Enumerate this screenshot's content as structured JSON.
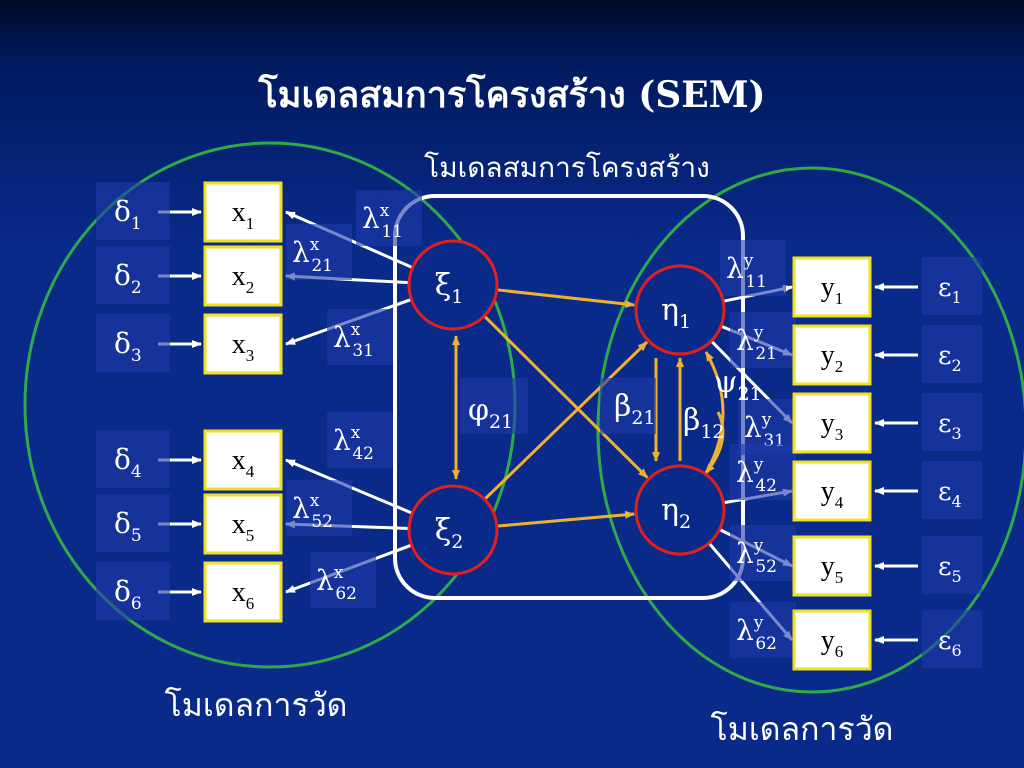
{
  "title": "โมเดลสมการโครงสร้าง (SEM)",
  "structural_label": "โมเดลสมการโครงสร้าง",
  "measurement_label_left": "โมเดลการวัด",
  "measurement_label_right": "โมเดลการวัด",
  "colors": {
    "background": "#0a2a8a",
    "measurement_ellipse": "#2eaa4a",
    "structural_frame": "#ffffff",
    "latent_circle": "#e02020",
    "indicator_border": "#f0e020",
    "structural_arrow": "#f0b030",
    "loading_arrow": "#ffffff"
  },
  "x_indicators": [
    {
      "base": "x",
      "sub": "1"
    },
    {
      "base": "x",
      "sub": "2"
    },
    {
      "base": "x",
      "sub": "3"
    },
    {
      "base": "x",
      "sub": "4"
    },
    {
      "base": "x",
      "sub": "5"
    },
    {
      "base": "x",
      "sub": "6"
    }
  ],
  "y_indicators": [
    {
      "base": "y",
      "sub": "1"
    },
    {
      "base": "y",
      "sub": "2"
    },
    {
      "base": "y",
      "sub": "3"
    },
    {
      "base": "y",
      "sub": "4"
    },
    {
      "base": "y",
      "sub": "5"
    },
    {
      "base": "y",
      "sub": "6"
    }
  ],
  "deltas": [
    {
      "base": "δ",
      "sub": "1"
    },
    {
      "base": "δ",
      "sub": "2"
    },
    {
      "base": "δ",
      "sub": "3"
    },
    {
      "base": "δ",
      "sub": "4"
    },
    {
      "base": "δ",
      "sub": "5"
    },
    {
      "base": "δ",
      "sub": "6"
    }
  ],
  "epsilons": [
    {
      "base": "ε",
      "sub": "1"
    },
    {
      "base": "ε",
      "sub": "2"
    },
    {
      "base": "ε",
      "sub": "3"
    },
    {
      "base": "ε",
      "sub": "4"
    },
    {
      "base": "ε",
      "sub": "5"
    },
    {
      "base": "ε",
      "sub": "6"
    }
  ],
  "latents": {
    "xi1": {
      "base": "ξ",
      "sub": "1"
    },
    "xi2": {
      "base": "ξ",
      "sub": "2"
    },
    "eta1": {
      "base": "η",
      "sub": "1"
    },
    "eta2": {
      "base": "η",
      "sub": "2"
    }
  },
  "lambda_x": [
    {
      "base": "λ",
      "sup": "x",
      "sub": "11"
    },
    {
      "base": "λ",
      "sup": "x",
      "sub": "21"
    },
    {
      "base": "λ",
      "sup": "x",
      "sub": "31"
    },
    {
      "base": "λ",
      "sup": "x",
      "sub": "42"
    },
    {
      "base": "λ",
      "sup": "x",
      "sub": "52"
    },
    {
      "base": "λ",
      "sup": "x",
      "sub": "62"
    }
  ],
  "lambda_y": [
    {
      "base": "λ",
      "sup": "y",
      "sub": "11"
    },
    {
      "base": "λ",
      "sup": "y",
      "sub": "21"
    },
    {
      "base": "λ",
      "sup": "y",
      "sub": "31"
    },
    {
      "base": "λ",
      "sup": "y",
      "sub": "42"
    },
    {
      "base": "λ",
      "sup": "y",
      "sub": "52"
    },
    {
      "base": "λ",
      "sup": "y",
      "sub": "62"
    }
  ],
  "structural_params": {
    "phi21": {
      "base": "φ",
      "sub": "21"
    },
    "beta21": {
      "base": "β",
      "sub": "21"
    },
    "beta12": {
      "base": "β",
      "sub": "12"
    },
    "psi21": {
      "base": "ψ",
      "sub": "21"
    }
  }
}
